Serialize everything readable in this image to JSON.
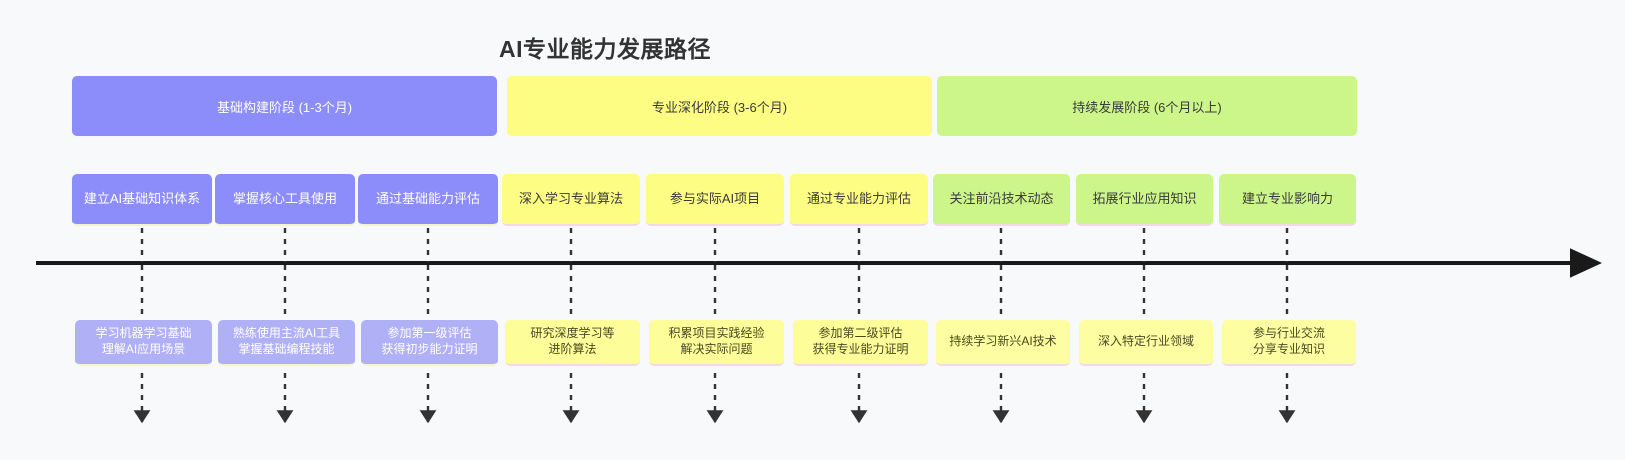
{
  "title": "AI专业能力发展路径",
  "colors": {
    "background": "#f8f9fb",
    "phase_foundation": "#8c8cfa",
    "phase_deepening": "#fdfd84",
    "phase_continuous": "#ccf58a",
    "axis": "#1a1a1a",
    "title_text": "#333333"
  },
  "phases": [
    {
      "label": "基础构建阶段 (1-3个月)",
      "color": "#8c8cfa"
    },
    {
      "label": "专业深化阶段 (3-6个月)",
      "color": "#fdfd84"
    },
    {
      "label": "持续发展阶段 (6个月以上)",
      "color": "#ccf58a"
    }
  ],
  "milestones": [
    {
      "label": "建立AI基础知识体系",
      "phase": 0
    },
    {
      "label": "掌握核心工具使用",
      "phase": 0
    },
    {
      "label": "通过基础能力评估",
      "phase": 0
    },
    {
      "label": "深入学习专业算法",
      "phase": 1
    },
    {
      "label": "参与实际AI项目",
      "phase": 1
    },
    {
      "label": "通过专业能力评估",
      "phase": 1
    },
    {
      "label": "关注前沿技术动态",
      "phase": 2
    },
    {
      "label": "拓展行业应用知识",
      "phase": 2
    },
    {
      "label": "建立专业影响力",
      "phase": 2
    }
  ],
  "details": [
    {
      "line1": "学习机器学习基础",
      "line2": "理解AI应用场景",
      "phase": 0
    },
    {
      "line1": "熟练使用主流AI工具",
      "line2": "掌握基础编程技能",
      "phase": 0
    },
    {
      "line1": "参加第一级评估",
      "line2": "获得初步能力证明",
      "phase": 0
    },
    {
      "line1": "研究深度学习等",
      "line2": "进阶算法",
      "phase": 1
    },
    {
      "line1": "积累项目实践经验",
      "line2": "解决实际问题",
      "phase": 1
    },
    {
      "line1": "参加第二级评估",
      "line2": "获得专业能力证明",
      "phase": 1
    },
    {
      "line1": "持续学习新兴AI技术",
      "line2": "",
      "phase": 2
    },
    {
      "line1": "深入特定行业领域",
      "line2": "",
      "phase": 2
    },
    {
      "line1": "参与行业交流",
      "line2": "分享专业知识",
      "phase": 2
    }
  ]
}
